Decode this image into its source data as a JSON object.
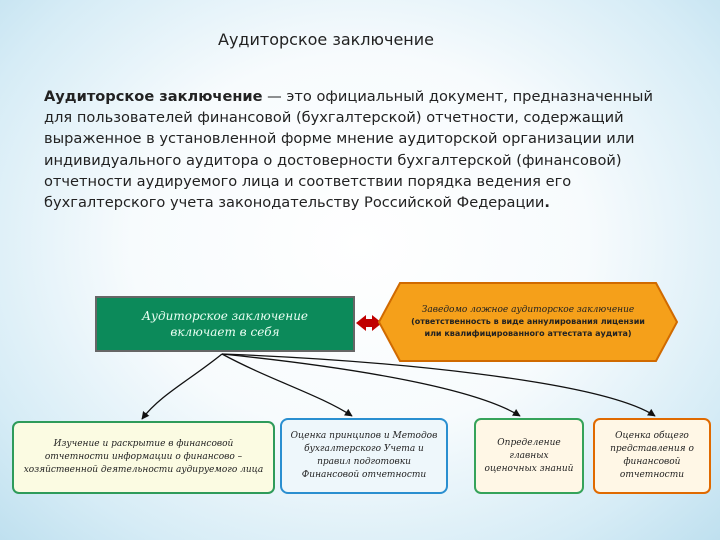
{
  "slide": {
    "title": "Аудиторское заключение",
    "definition": {
      "term": "Аудиторское заключение",
      "text": " — это официальный документ, предназначенный для пользователей финансовой (бухгалтерской) отчетности, содержащий выраженное в установленной форме мнение аудиторской организации или индивидуального аудитора о достоверности бухгалтерской (финансовой) отчетности аудируемого лица и соответствии порядка ведения его бухгалтерского учета законодательству Российской Федерации",
      "end": "."
    }
  },
  "diagram": {
    "main_box": {
      "line1": "Аудиторское заключение",
      "line2": "включает в себя"
    },
    "liability_box": {
      "line1": "Заведомо ложное  аудиторское заключение",
      "line2": "(ответственность в виде аннулирования лицензии или квалифицированного аттестата аудита)"
    },
    "components": [
      {
        "text": "Изучение и раскрытие в финансовой отчетности информации о финансово – хозяйственной деятельности аудируемого лица"
      },
      {
        "text": "Оценка принципов и Методов бухгалтерского Учета и правил подготовки Финансовой отчетности"
      },
      {
        "text": "Определение главных оценочных знаний"
      },
      {
        "text": "Оценка общего представления о финансовой отчетности"
      }
    ],
    "colors": {
      "main_box": "#0c8a5a",
      "liability_box": "#f5a01a",
      "liability_border": "#d06a00",
      "arrow": "#c00000"
    }
  }
}
